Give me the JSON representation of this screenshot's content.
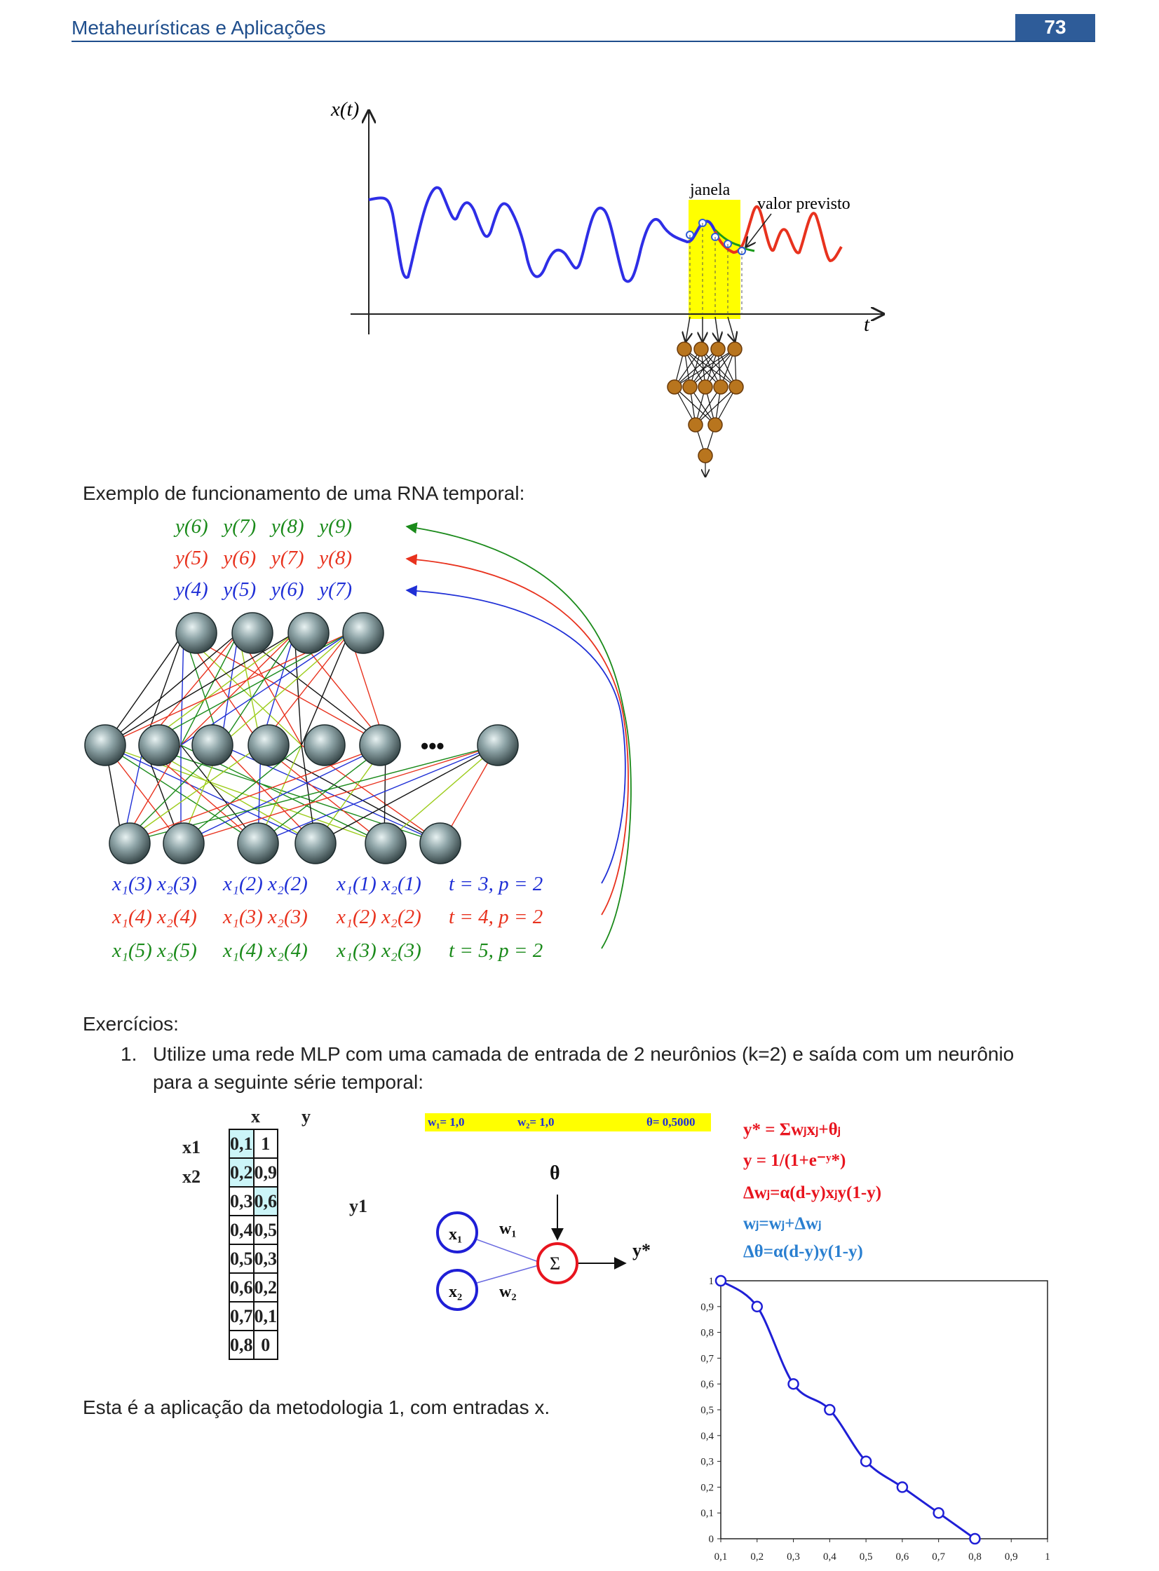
{
  "header": {
    "title": "Metaheurísticas e Aplicações",
    "page_number": "73"
  },
  "figure1": {
    "y_axis_label": "x(t)",
    "x_axis_label": "t",
    "window_label": "janela",
    "predicted_label": "valor previsto"
  },
  "section_caption": "Exemplo de funcionamento de uma RNA temporal:",
  "network": {
    "output_rows": [
      {
        "text": "y(6)   y(7)   y(8)   y(9)",
        "color": "#1a8a1a"
      },
      {
        "text": "y(5)   y(6)   y(7)   y(8)",
        "color": "#e8321e"
      },
      {
        "text": "y(4)   y(5)   y(6)   y(7)",
        "color": "#1f2fd6"
      }
    ],
    "input_rows": [
      {
        "groups": [
          "x₁(3) x₂(3)",
          "x₁(2) x₂(2)",
          "x₁(1) x₂(1)"
        ],
        "params": "t = 3, p = 2",
        "color": "#1f2fd6"
      },
      {
        "groups": [
          "x₁(4) x₂(4)",
          "x₁(3) x₂(3)",
          "x₁(2) x₂(2)"
        ],
        "params": "t = 4, p = 2",
        "color": "#e8321e"
      },
      {
        "groups": [
          "x₁(5) x₂(5)",
          "x₁(4) x₂(4)",
          "x₁(3) x₂(3)"
        ],
        "params": "t = 5, p = 2",
        "color": "#1a8a1a"
      }
    ],
    "ellipsis": "•••"
  },
  "exercises": {
    "heading": "Exercícios:",
    "item_number": "1.",
    "item_text_line1": "Utilize uma rede MLP com uma camada de entrada de 2 neurônios (k=2) e saída com um neurônio",
    "item_text_line2": "para a seguinte série temporal:"
  },
  "table": {
    "headers": [
      "x",
      "y"
    ],
    "row_labels": [
      "x1",
      "x2"
    ],
    "y1_label": "y1",
    "rows": [
      [
        "0,1",
        "1"
      ],
      [
        "0,2",
        "0,9"
      ],
      [
        "0,3",
        "0,6"
      ],
      [
        "0,4",
        "0,5"
      ],
      [
        "0,5",
        "0,3"
      ],
      [
        "0,6",
        "0,2"
      ],
      [
        "0,7",
        "0,1"
      ],
      [
        "0,8",
        "0"
      ]
    ]
  },
  "params_bar": {
    "w1": "w₁= 1,0",
    "w2": "w₂= 1,0",
    "theta": "θ= 0,5000",
    "color": "#ffff00"
  },
  "neuron": {
    "theta": "θ",
    "x1": "x₁",
    "x2": "x₂",
    "w1": "w₁",
    "w2": "w₂",
    "sum": "Σ",
    "output": "y*"
  },
  "formulas": [
    {
      "text": "y* = Σwⱼxⱼ+θⱼ",
      "color": "#e8141e"
    },
    {
      "text": "y = 1/(1+e⁻ʸ*)",
      "color": "#e8141e"
    },
    {
      "text": "Δwⱼ=α(d-y)xⱼy(1-y)",
      "color": "#e8141e"
    },
    {
      "text": "wⱼ=wⱼ+Δwⱼ",
      "color": "#2a7fd0"
    },
    {
      "text": "Δθ=α(d-y)y(1-y)",
      "color": "#2a7fd0"
    }
  ],
  "closing_text": "Esta é a aplicação da metodologia 1, com entradas x.",
  "chart_data": {
    "type": "line",
    "x": [
      0.1,
      0.2,
      0.3,
      0.4,
      0.5,
      0.6,
      0.7,
      0.8
    ],
    "y": [
      1,
      0.9,
      0.6,
      0.5,
      0.3,
      0.2,
      0.1,
      0
    ],
    "xlim": [
      0.1,
      1
    ],
    "ylim": [
      0,
      1
    ],
    "x_ticks": [
      "0,1",
      "0,2",
      "0,3",
      "0,4",
      "0,5",
      "0,6",
      "0,7",
      "0,8",
      "0,9",
      "1"
    ],
    "y_ticks": [
      "0",
      "0,1",
      "0,2",
      "0,3",
      "0,4",
      "0,5",
      "0,6",
      "0,7",
      "0,8",
      "0,9",
      "1"
    ],
    "line_color": "#1f1fd6",
    "grid": false
  }
}
